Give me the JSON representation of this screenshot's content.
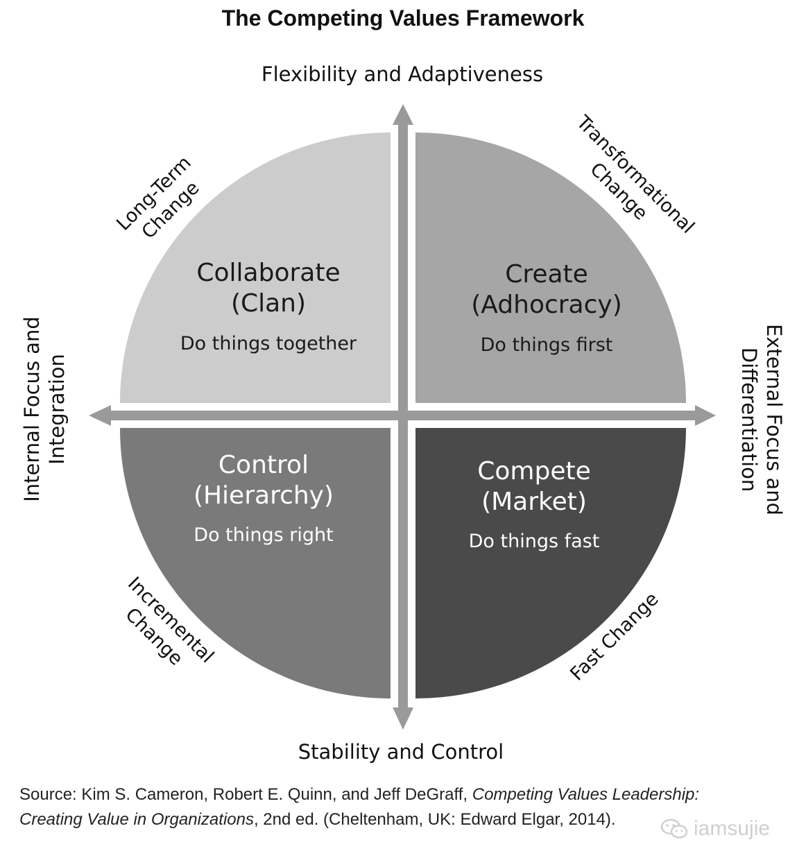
{
  "title": "The Competing Values Framework",
  "axes": {
    "top": "Flexibility and Adaptiveness",
    "bottom": "Stability and Control",
    "left": [
      "Internal Focus and",
      "Integration"
    ],
    "right": [
      "External Focus and",
      "Differentiation"
    ]
  },
  "diagonals": {
    "top_left": [
      "Long-Term",
      "Change"
    ],
    "top_right": [
      "Transformational",
      "Change"
    ],
    "bottom_left": [
      "Incremental",
      "Change"
    ],
    "bottom_right": [
      "Fast Change"
    ]
  },
  "quadrants": {
    "top_left": {
      "name": "Collaborate",
      "type": "(Clan)",
      "motto": "Do things together",
      "fill": "#cccccc"
    },
    "top_right": {
      "name": "Create",
      "type": "(Adhocracy)",
      "motto": "Do things first",
      "fill": "#a6a6a6"
    },
    "bottom_left": {
      "name": "Control",
      "type": "(Hierarchy)",
      "motto": "Do things right",
      "fill": "#7a7a7a"
    },
    "bottom_right": {
      "name": "Compete",
      "type": "(Market)",
      "motto": "Do things fast",
      "fill": "#4a4a4a"
    }
  },
  "source": {
    "prefix": "Source: Kim S. Cameron, Robert E. Quinn, and Jeff DeGraff, ",
    "book": "Competing Values Leadership: Creating Value in Organizations",
    "suffix": ", 2nd ed. (Cheltenham, UK: Edward Elgar, 2014)."
  },
  "watermark": "iamsujie",
  "colors": {
    "arrow": "#9a9a9a"
  }
}
